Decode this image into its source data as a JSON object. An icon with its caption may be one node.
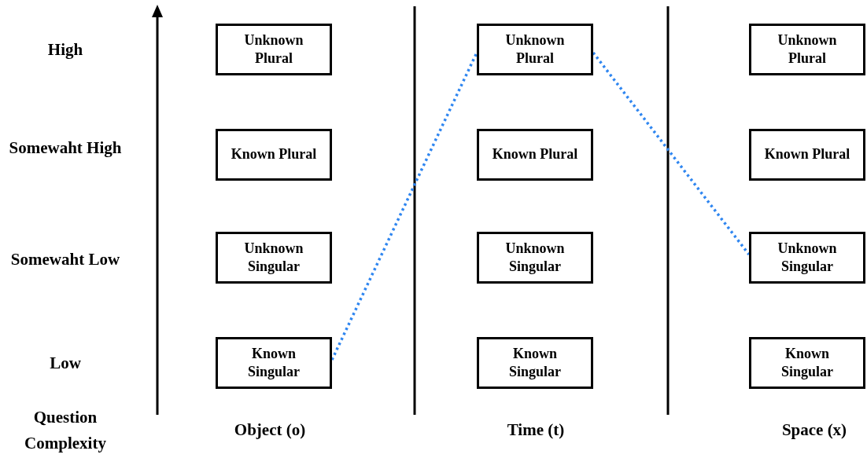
{
  "diagram": {
    "nodes": [
      {
        "text": [
          "Unknown Plural"
        ]
      },
      {
        "text": [
          "Unknown Plural"
        ]
      },
      {
        "text": [
          "Unknown Plural"
        ]
      },
      {
        "text": [
          "Known Plural"
        ]
      },
      {
        "text": [
          "Known Plural"
        ]
      },
      {
        "text": [
          "Known Plural"
        ]
      },
      {
        "text": [
          "Unknown Singular"
        ]
      },
      {
        "text": [
          "Unknown Singular"
        ]
      },
      {
        "text": [
          "Unknown Singular"
        ]
      },
      {
        "text": [
          "Known Singular"
        ]
      },
      {
        "text": [
          "Known Singular"
        ]
      },
      {
        "text": [
          "Known Singular"
        ]
      }
    ],
    "edges": [
      {
        "from": 9,
        "to": 1,
        "arrow": "none",
        "style": "dashed"
      },
      {
        "from": 1,
        "to": 8,
        "arrow": "none",
        "style": "dashed"
      }
    ],
    "labels": [
      "High",
      "Somewaht High",
      "Somewaht Low",
      "Low",
      "Question Complexity",
      "Object (o)",
      "Time (t)",
      "Space (x)"
    ]
  }
}
